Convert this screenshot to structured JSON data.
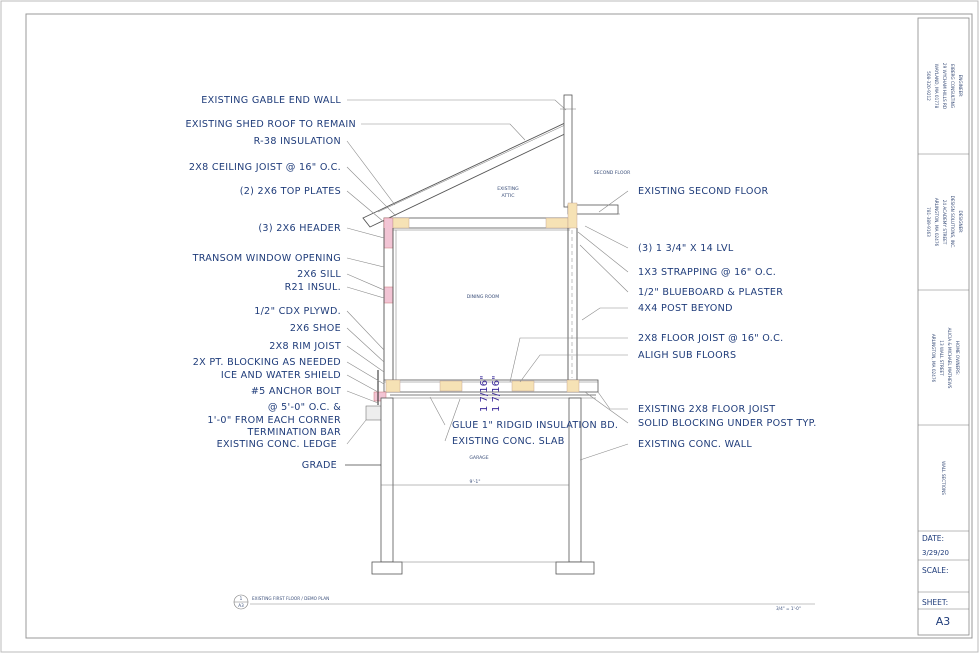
{
  "drawing": {
    "labels_left": [
      "EXISTING GABLE END WALL",
      "EXISTING SHED ROOF TO REMAIN",
      "R-38 INSULATION",
      "2X8 CEILING JOIST @ 16\" O.C.",
      "(2) 2X6 TOP PLATES",
      "(3) 2X6 HEADER",
      "TRANSOM WINDOW OPENING",
      "2X6 SILL",
      "R21 INSUL.",
      "1/2\" CDX PLYWD.",
      "2X6 SHOE",
      "2X8 RIM JOIST",
      "2X PT. BLOCKING AS NEEDED",
      "ICE AND WATER SHIELD",
      "#5 ANCHOR BOLT",
      "@ 5'-0\" O.C. &",
      "1'-0\" FROM EACH CORNER",
      "TERMINATION BAR",
      "EXISTING CONC. LEDGE",
      "GRADE"
    ],
    "labels_right": [
      "EXISTING SECOND FLOOR",
      "(3) 1 3/4\" X 14 LVL",
      "1X3 STRAPPING @ 16\" O.C.",
      "1/2\" BLUEBOARD & PLASTER",
      "4X4 POST BEYOND",
      "2X8 FLOOR JOIST @ 16\" O.C.",
      "ALIGH SUB FLOORS",
      "EXISTING 2X8 FLOOR JOIST",
      "SOLID BLOCKING UNDER POST TYP.",
      "EXISTING CONC. WALL"
    ],
    "labels_bottom": [
      "GLUE 1\" RIDGID INSULATION BD.",
      "EXISTING CONC. SLAB"
    ],
    "room_labels": {
      "second_floor": "SECOND FLOOR",
      "attic_1": "EXISTING",
      "attic_2": "ATTIC",
      "dining": "DINING ROOM",
      "garage": "GARAGE"
    },
    "dimensions": [
      "1 7/16\"",
      "1 7/16\""
    ],
    "garage_dim": "9'-1\"",
    "view_title": {
      "number": "1",
      "sheet": "A3",
      "title": "EXISTING FIRST FLOOR / DEMO PLAN",
      "scale": "3/4\" = 1'-0\""
    }
  },
  "title_block": {
    "engineer": [
      "ENGINEER:",
      "EIBERG CONSULTING",
      "29 WYCHAM HILLS RD",
      "WAYLAND, MA 01778",
      "508-320-9212"
    ],
    "designer": [
      "DESIGNER:",
      "DESIGN SOLUTIONS, INC.",
      "24 ACADEMY STREET",
      "ARLINGTON, MA 02476",
      "781-389-9163"
    ],
    "owners": [
      "HOME OWNERS:",
      "ALICIA & MICHAEL MATHEWS",
      "13 WALL STREET",
      "ARLINGTON, MA 02476"
    ],
    "drawing_title": "WALL SECTIONS",
    "date_label": "DATE:",
    "date_value": "3/29/20",
    "scale_label": "SCALE:",
    "sheet_label": "SHEET:",
    "sheet_value": "A3"
  }
}
